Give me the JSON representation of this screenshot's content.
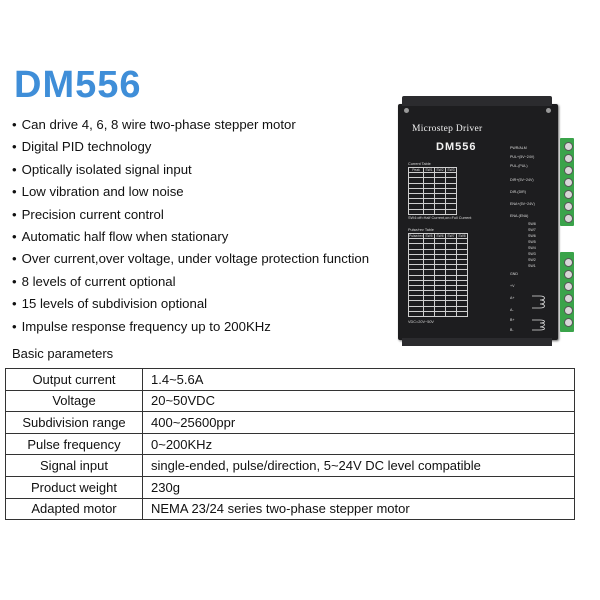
{
  "title": "DM556",
  "features": [
    "Can drive 4, 6, 8 wire two-phase stepper motor",
    "Digital PID technology",
    "Optically isolated signal input",
    "Low vibration and low noise",
    "Precision current control",
    "Automatic half flow when stationary",
    "Over current,over voltage, under voltage protection function",
    "8 levels of current optional",
    "15 levels of subdivision optional",
    "Impulse response frequency up to 200KHz"
  ],
  "basic_heading": "Basic parameters",
  "params": [
    {
      "key": "Output current",
      "value": "1.4~5.6A"
    },
    {
      "key": "Voltage",
      "value": "20~50VDC"
    },
    {
      "key": "Subdivision range",
      "value": "400~25600ppr"
    },
    {
      "key": "Pulse frequency",
      "value": "0~200KHz"
    },
    {
      "key": "Signal input",
      "value": "single-ended, pulse/direction, 5~24V DC level compatible"
    },
    {
      "key": "Product weight",
      "value": "230g"
    },
    {
      "key": "Adapted motor",
      "value": "NEMA 23/24 series two-phase stepper motor"
    }
  ],
  "device": {
    "label": "Microstep Driver",
    "model": "DM556",
    "current_table_caption": "Current Table",
    "current_table_header": [
      "Peak",
      "SW1",
      "SW2",
      "SW3"
    ],
    "pulse_table_caption": "Pulse/rev Table",
    "pulse_table_header": [
      "Pulse/rev",
      "SW5",
      "SW6",
      "SW7",
      "SW8"
    ],
    "sw4_note": "SW4:off=Half Current,on=Full Current",
    "voltage_note": "VDC=20V~50V",
    "signal_pins": [
      "PWR/ALM",
      "PUL+(5V~24V)",
      "PUL-(PUL)",
      "DIR+(5V~24V)",
      "DIR-(DIR)",
      "ENA+(5V~24V)",
      "ENA-(ENA)"
    ],
    "sw_labels": [
      "SW8",
      "SW7",
      "SW6",
      "SW5",
      "SW4",
      "SW3",
      "SW2",
      "SW1"
    ],
    "power_pins": [
      "GND",
      "+V",
      "A+",
      "A-",
      "B+",
      "B-"
    ]
  },
  "colors": {
    "title": "#3f8ed8",
    "device_body": "#1d1d1f",
    "terminal": "#3aa34a"
  }
}
